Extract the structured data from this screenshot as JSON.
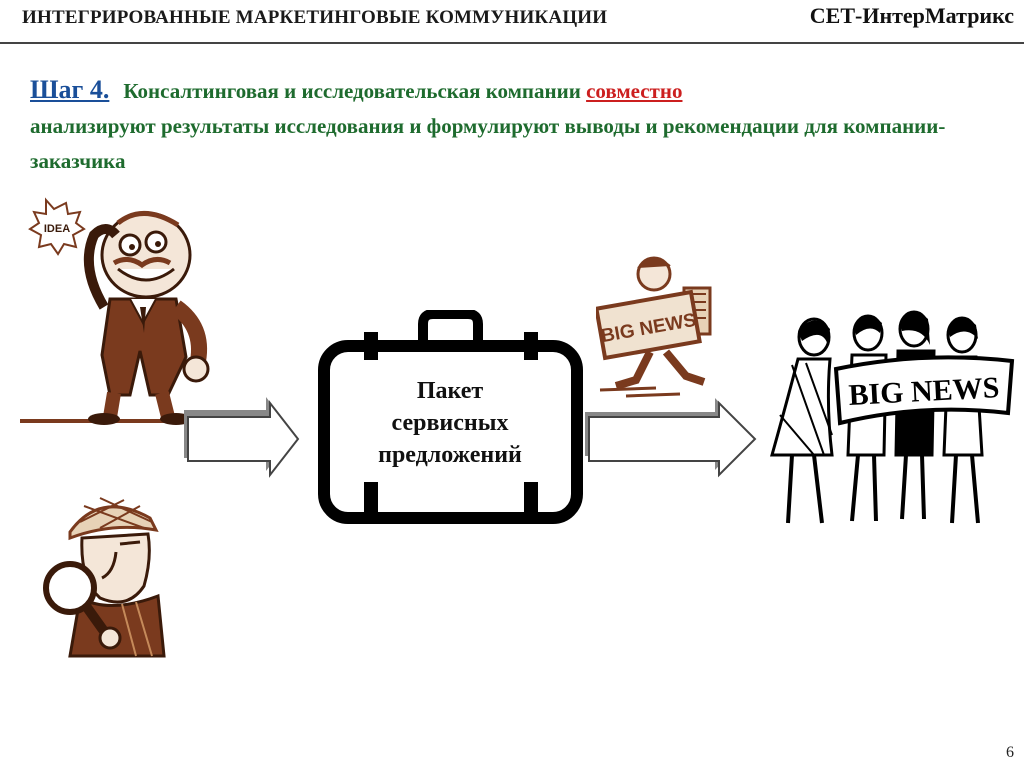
{
  "header": {
    "title": "ИНТЕГРИРОВАННЫЕ МАРКЕТИНГОВЫЕ КОММУНИКАЦИИ",
    "brand": "СЕТ-ИнтерМатрикс"
  },
  "headline": {
    "step": "Шаг 4.",
    "text_before": "Консалтинговая и исследовательская компании",
    "emphasis": "совместно",
    "text_after": "анализируют результаты исследования и формулируют выводы и рекомендации для компании-заказчика"
  },
  "illustrations": {
    "consultant": {
      "icon": "thinking-man-icon",
      "badge": "IDEA"
    },
    "researcher": {
      "icon": "detective-magnifier-icon"
    },
    "newsboy": {
      "icon": "newsboy-icon",
      "sign": "BIG NEWS"
    },
    "audience": {
      "icon": "women-reading-newspaper-icon",
      "banner": "BIG NEWS"
    }
  },
  "package": {
    "icon": "briefcase-icon",
    "label_line1": "Пакет",
    "label_line2": "сервисных",
    "label_line3": "предложений"
  },
  "colors": {
    "headline": "#1e6b2e",
    "step": "#1a4f99",
    "emphasis": "#cc1f1f",
    "illustration": "#7a3a1e"
  },
  "page_number": "6"
}
